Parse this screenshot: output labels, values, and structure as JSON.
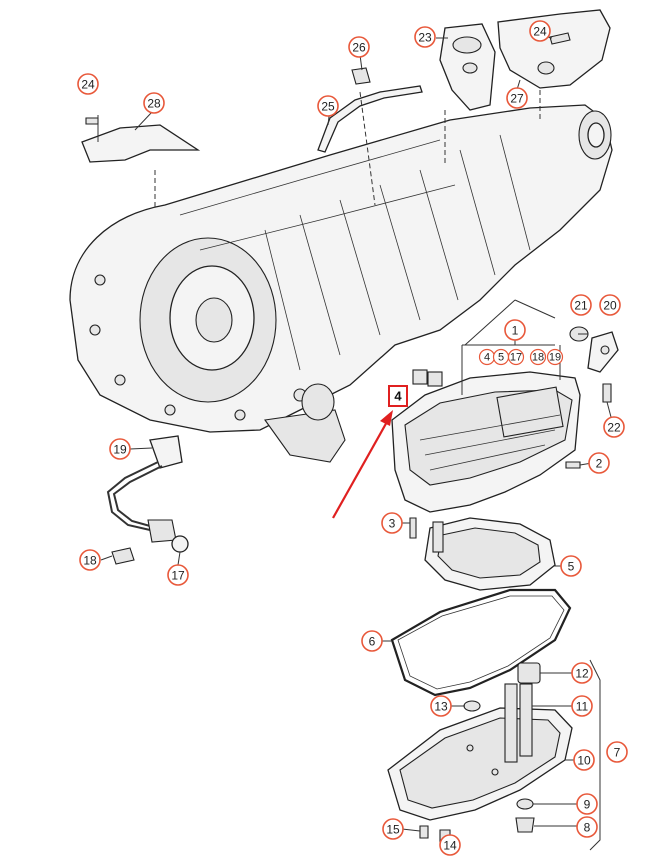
{
  "diagram": {
    "callouts": [
      {
        "id": "c24a",
        "label": "24"
      },
      {
        "id": "c28",
        "label": "28"
      },
      {
        "id": "c26",
        "label": "26"
      },
      {
        "id": "c25",
        "label": "25"
      },
      {
        "id": "c23",
        "label": "23"
      },
      {
        "id": "c24b",
        "label": "24"
      },
      {
        "id": "c27",
        "label": "27"
      },
      {
        "id": "c1",
        "label": "1"
      },
      {
        "id": "c21",
        "label": "21"
      },
      {
        "id": "c20",
        "label": "20"
      },
      {
        "id": "c22",
        "label": "22"
      },
      {
        "id": "c2",
        "label": "2"
      },
      {
        "id": "c3",
        "label": "3"
      },
      {
        "id": "c5",
        "label": "5"
      },
      {
        "id": "c19",
        "label": "19"
      },
      {
        "id": "c18",
        "label": "18"
      },
      {
        "id": "c17",
        "label": "17"
      },
      {
        "id": "c6",
        "label": "6"
      },
      {
        "id": "c12",
        "label": "12"
      },
      {
        "id": "c13",
        "label": "13"
      },
      {
        "id": "c11",
        "label": "11"
      },
      {
        "id": "c10",
        "label": "10"
      },
      {
        "id": "c7",
        "label": "7"
      },
      {
        "id": "c9",
        "label": "9"
      },
      {
        "id": "c8",
        "label": "8"
      },
      {
        "id": "c15",
        "label": "15"
      },
      {
        "id": "c14",
        "label": "14"
      }
    ],
    "group_1_sublabels": [
      "4",
      "5",
      "17",
      "18",
      "19"
    ],
    "highlighted_part": {
      "label": "4",
      "color": "#e02020"
    },
    "arrow_color": "#e02020",
    "callout_color": "#e8583a"
  }
}
